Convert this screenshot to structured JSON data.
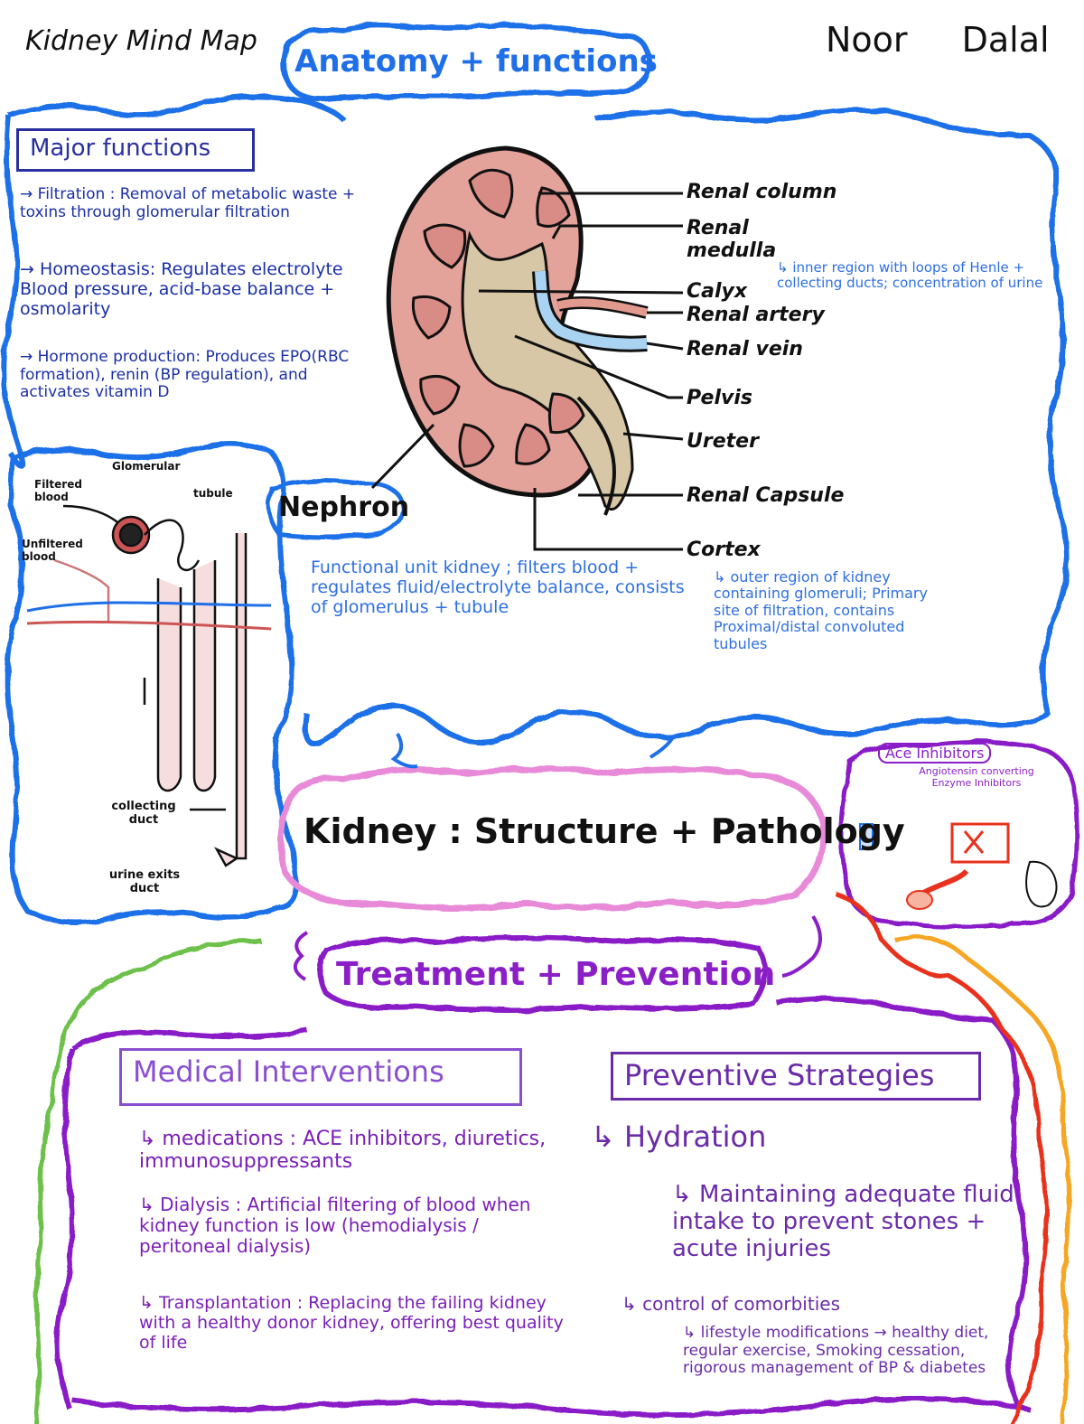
{
  "header": {
    "title": "Kidney Mind Map",
    "author": "Noor Dalal"
  },
  "anatomy": {
    "heading": "Anatomy + functions",
    "major_functions_label": "Major functions",
    "functions": [
      "→ Filtration : Removal of metabolic waste + toxins through glomerular filtration",
      "→ Homeostasis: Regulates electrolyte Blood pressure, acid-base balance + osmolarity",
      "→ Hormone production: Produces EPO(RBC formation), renin (BP regulation), and activates vitamin D"
    ],
    "parts": {
      "column": "Renal column",
      "medulla": "Renal medulla",
      "medulla_note": "↳ inner region with loops of Henle + collecting ducts; concentration of urine",
      "calyx": "Calyx",
      "artery": "Renal artery",
      "vein": "Renal vein",
      "pelvis": "Pelvis",
      "ureter": "Ureter",
      "capsule": "Renal Capsule",
      "cortex": "Cortex",
      "cortex_note": "↳ outer region of kidney containing glomeruli; Primary site of filtration, contains Proximal/distal convoluted tubules"
    },
    "nephron": {
      "label": "Nephron",
      "description": "Functional unit kidney ; filters blood + regulates fluid/electrolyte balance, consists of glomerulus + tubule",
      "labels": {
        "glomerular": "Glomerular",
        "filtered": "Filtered blood",
        "tubule": "tubule",
        "unfiltered": "Unfiltered blood",
        "collecting": "collecting duct",
        "urine": "urine exits duct"
      }
    }
  },
  "center": {
    "title": "Kidney : Structure + Pathology"
  },
  "ace": {
    "title": "Ace Inhibitors",
    "subtitle": "Angiotensin converting Enzyme Inhibitors"
  },
  "treatment": {
    "heading": "Treatment + Prevention",
    "medical": {
      "label": "Medical Interventions",
      "items": [
        "↳ medications : ACE inhibitors, diuretics, immunosuppressants",
        "↳ Dialysis : Artificial filtering of blood when kidney function is low (hemodialysis / peritoneal dialysis)",
        "↳ Transplantation : Replacing the failing kidney with a healthy donor kidney, offering best quality of life"
      ]
    },
    "preventive": {
      "label": "Preventive Strategies",
      "hydration": "↳ Hydration",
      "hydration_note": "↳ Maintaining adequate fluid intake to prevent stones + acute injuries",
      "comorbid": "↳ control of comorbities",
      "lifestyle": "↳ lifestyle modifications → healthy diet, regular exercise, Smoking cessation, rigorous management of BP & diabetes"
    }
  },
  "colors": {
    "blue": "#1f6fe8",
    "pink": "#e88ad8",
    "purple": "#8a1fc8",
    "green": "#6dc04a",
    "orange": "#f5a623",
    "red": "#e8321e"
  }
}
